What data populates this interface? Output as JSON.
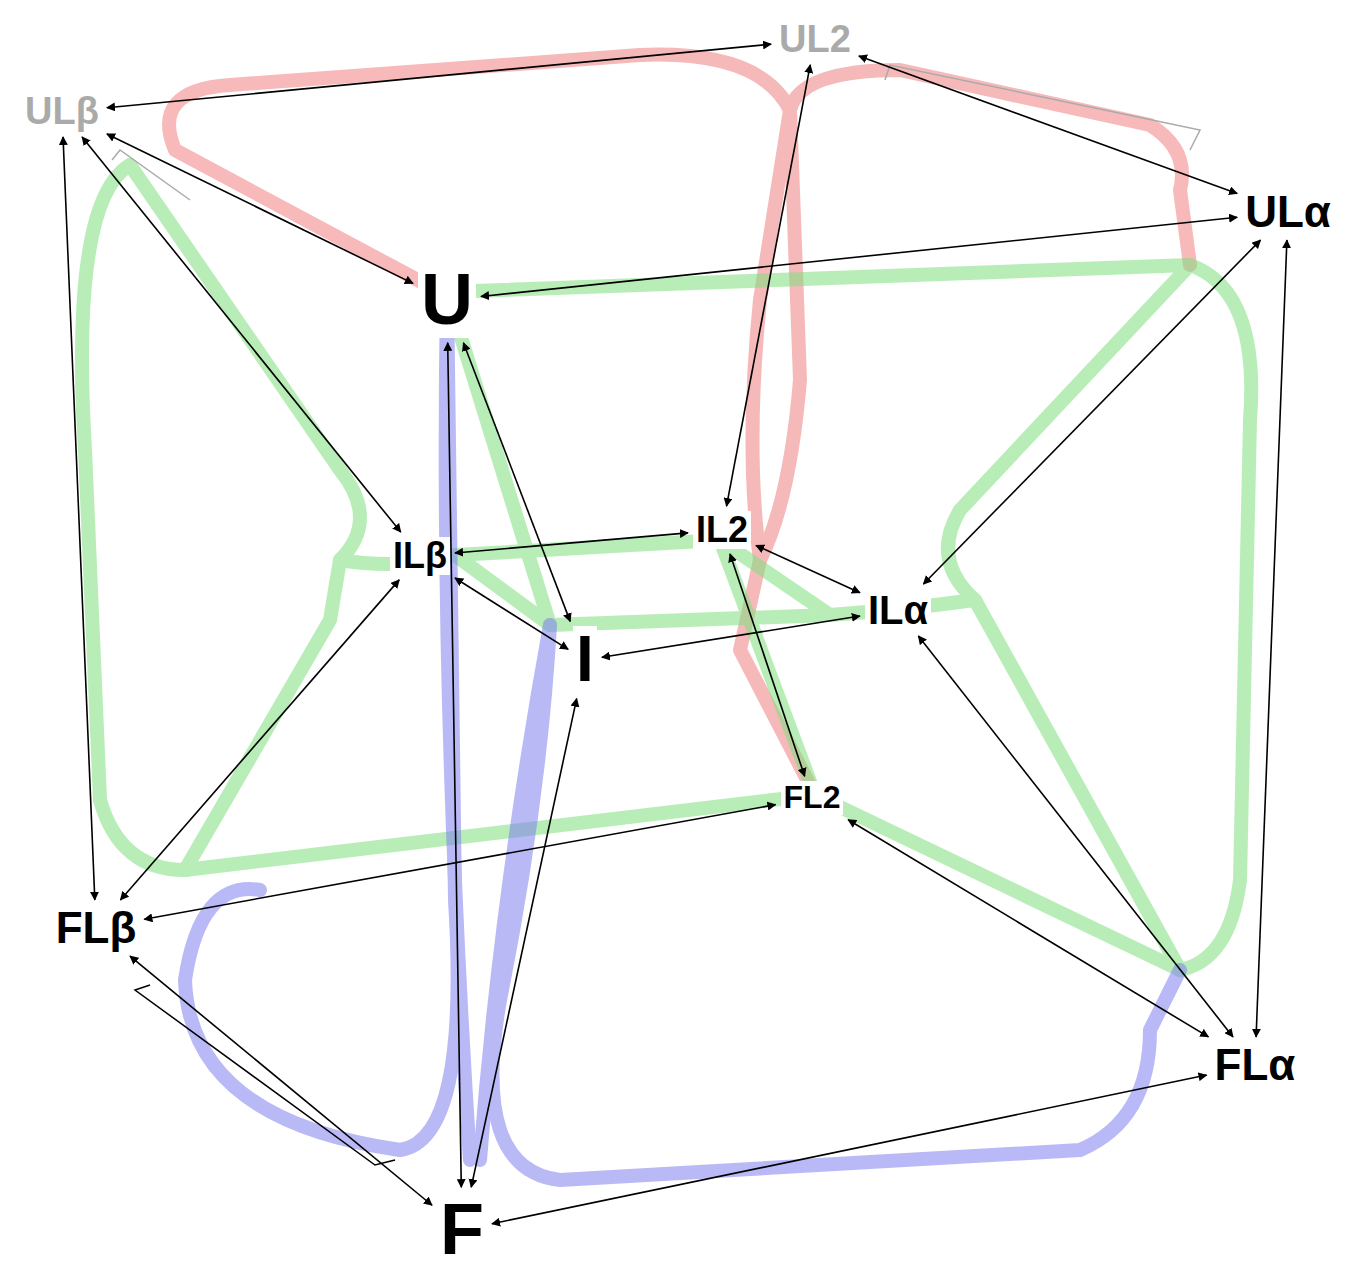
{
  "diagram": {
    "nodes": [
      {
        "text": [
          "UL2"
        ]
      },
      {
        "text": [
          "ULβ"
        ]
      },
      {
        "text": [
          "ULα"
        ]
      },
      {
        "text": [
          "U"
        ]
      },
      {
        "text": [
          "IL2"
        ]
      },
      {
        "text": [
          "ILβ"
        ]
      },
      {
        "text": [
          "ILα"
        ]
      },
      {
        "text": [
          "I"
        ]
      },
      {
        "text": [
          "FL2"
        ]
      },
      {
        "text": [
          "FLβ"
        ]
      },
      {
        "text": [
          "FLα"
        ]
      },
      {
        "text": [
          "F"
        ]
      }
    ],
    "edges": [
      {
        "from": 3,
        "to": 2,
        "arrow": "both"
      },
      {
        "from": 3,
        "to": 1,
        "arrow": "both"
      },
      {
        "from": 3,
        "to": 7,
        "arrow": "both"
      },
      {
        "from": 3,
        "to": 11,
        "arrow": "both"
      },
      {
        "from": 1,
        "to": 0,
        "arrow": "both"
      },
      {
        "from": 0,
        "to": 2,
        "arrow": "both"
      },
      {
        "from": 0,
        "to": 4,
        "arrow": "both"
      },
      {
        "from": 1,
        "to": 5,
        "arrow": "both"
      },
      {
        "from": 1,
        "to": 9,
        "arrow": "both"
      },
      {
        "from": 2,
        "to": 6,
        "arrow": "both"
      },
      {
        "from": 2,
        "to": 10,
        "arrow": "both"
      },
      {
        "from": 5,
        "to": 4,
        "arrow": "both"
      },
      {
        "from": 4,
        "to": 6,
        "arrow": "both"
      },
      {
        "from": 5,
        "to": 7,
        "arrow": "both"
      },
      {
        "from": 7,
        "to": 6,
        "arrow": "both"
      },
      {
        "from": 4,
        "to": 8,
        "arrow": "both"
      },
      {
        "from": 9,
        "to": 5,
        "arrow": "both"
      },
      {
        "from": 10,
        "to": 6,
        "arrow": "both"
      },
      {
        "from": 9,
        "to": 8,
        "arrow": "both"
      },
      {
        "from": 8,
        "to": 10,
        "arrow": "both"
      },
      {
        "from": 9,
        "to": 11,
        "arrow": "both"
      },
      {
        "from": 11,
        "to": 10,
        "arrow": "both"
      },
      {
        "from": 11,
        "to": 7,
        "arrow": "both"
      }
    ]
  }
}
